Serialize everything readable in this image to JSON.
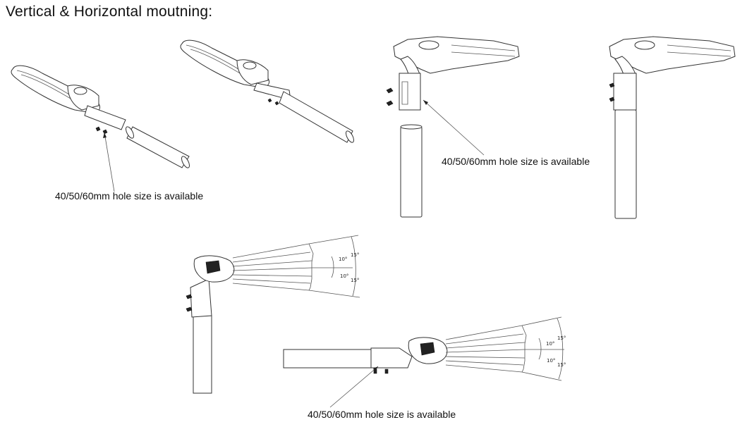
{
  "title": "Vertical & Horizontal moutning:",
  "captions": {
    "tilted_install": "40/50/60mm hole size is available",
    "vertical_install": "40/50/60mm hole size is available",
    "horizontal_adjust": "40/50/60mm hole size is available"
  },
  "angle_labels": [
    "15°",
    "10°",
    "10°",
    "15°"
  ]
}
